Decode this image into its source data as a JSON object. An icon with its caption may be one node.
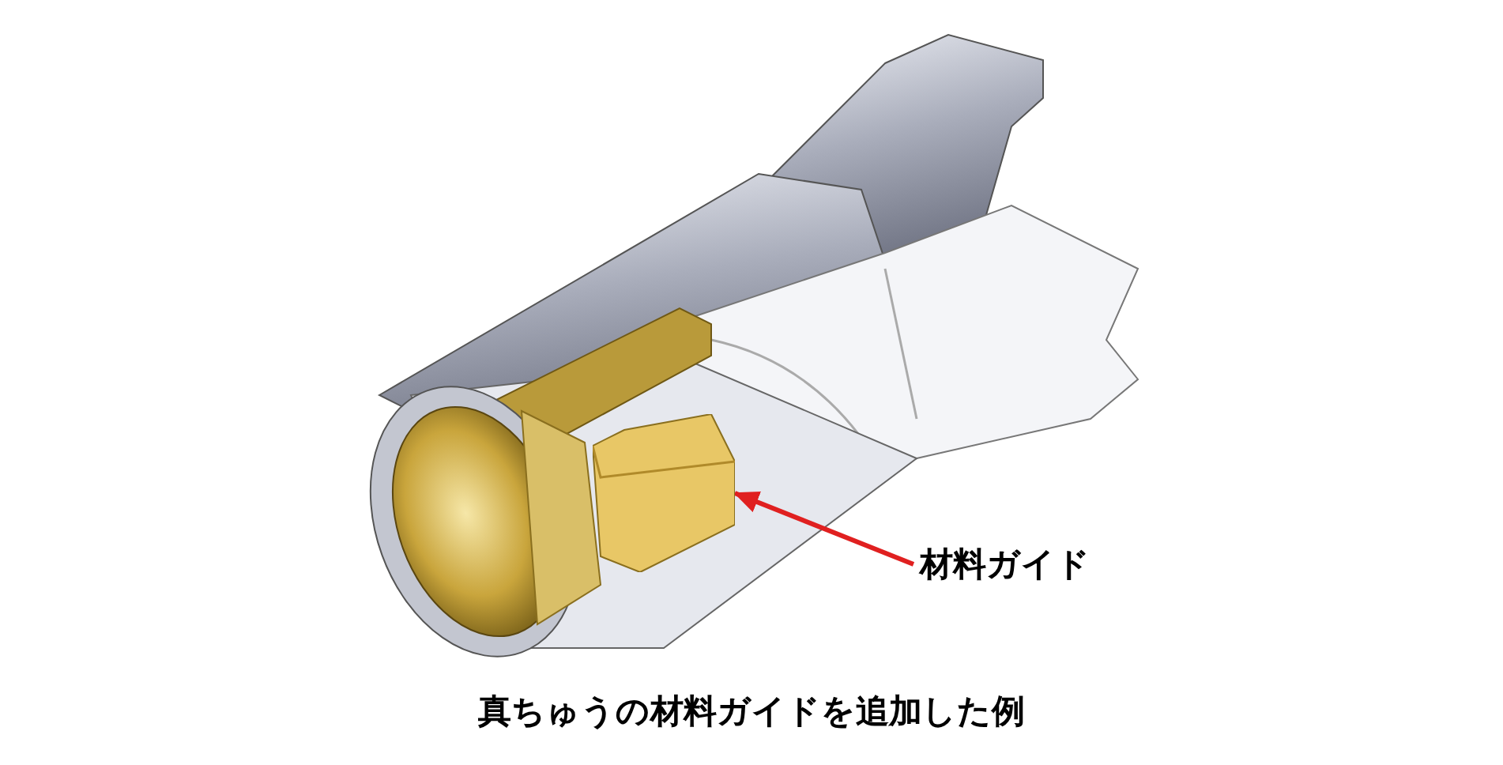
{
  "diagram": {
    "caption": "真ちゅうの材料ガイドを追加した例",
    "nodes": [
      {
        "text": [
          "材料ガイド"
        ]
      },
      {
        "text": [],
        "shape": "picture"
      }
    ],
    "edges": [
      {
        "from": 0,
        "to": 1,
        "arrow": "to",
        "color": "#e02020"
      }
    ]
  }
}
